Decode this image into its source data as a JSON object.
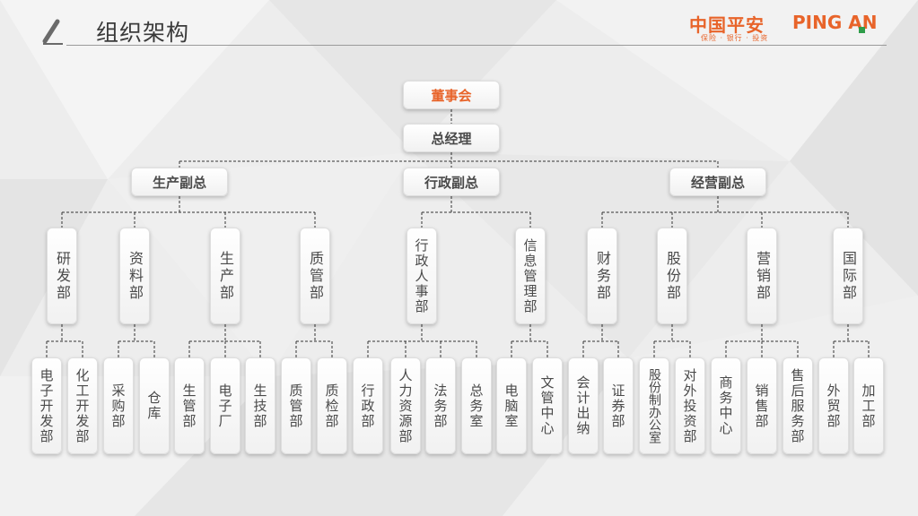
{
  "header": {
    "title": "组织架构",
    "icon": "pencil-icon"
  },
  "logo": {
    "cn": "中国平安",
    "en": "PING AN",
    "tagline": "保险 · 银行 · 投资",
    "accent_color": "#e8642a",
    "dot_color": "#2f9d4a"
  },
  "org": {
    "board": "董事会",
    "gm": "总经理",
    "vps": [
      "生产副总",
      "行政副总",
      "经营副总"
    ],
    "departments": [
      "研发部",
      "资料部",
      "生产部",
      "质管部",
      "行政人事部",
      "信息管理部",
      "财务部",
      "股份部",
      "营销部",
      "国际部"
    ],
    "units": [
      "电子开发部",
      "化工开发部",
      "采购部",
      "仓库",
      "生管部",
      "电子厂",
      "生技部",
      "质管部",
      "质检部",
      "行政部",
      "人力资源部",
      "法务部",
      "总务室",
      "电脑室",
      "文管中心",
      "会计出纳",
      "证券部",
      "股份制办公室",
      "对外投资部",
      "商务中心",
      "销售部",
      "售后服务部",
      "外贸部",
      "加工部"
    ]
  }
}
